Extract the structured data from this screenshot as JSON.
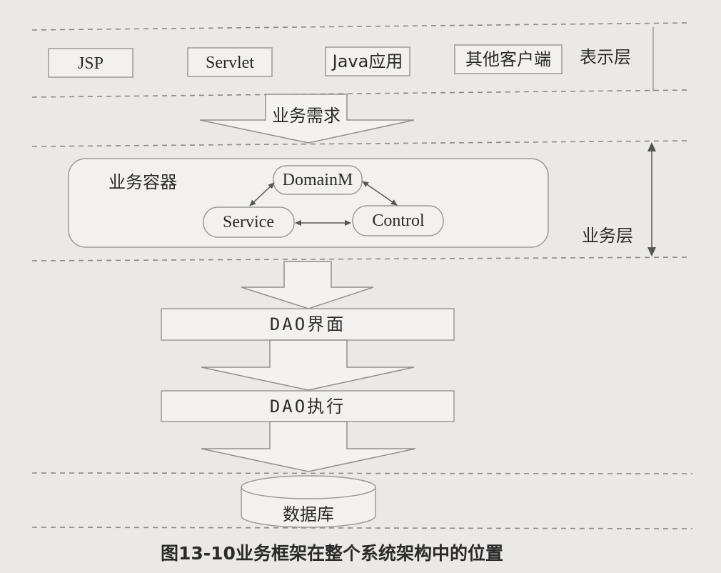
{
  "presentation_layer": {
    "label": "表示层",
    "boxes": [
      "JSP",
      "Servlet",
      "Java应用",
      "其他客户端"
    ]
  },
  "business_request": {
    "label": "业务需求"
  },
  "business_layer": {
    "label": "业务层",
    "container_label": "业务容器",
    "nodes": {
      "domain": "DomainM",
      "service": "Service",
      "control": "Control"
    }
  },
  "dao_interface": {
    "label": "DAO界面"
  },
  "dao_execute": {
    "label": "DAO执行"
  },
  "database": {
    "label": "数据库"
  },
  "caption": "图13-10业务框架在整个系统架构中的位置"
}
